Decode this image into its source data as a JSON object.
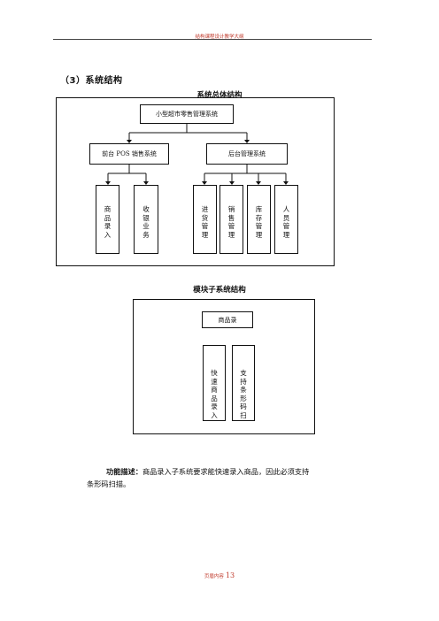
{
  "header": {
    "text": "结构课程设计教学大纲"
  },
  "section": {
    "heading": "（3）系统结构"
  },
  "overall": {
    "caption": "系统总体结构",
    "root": "小型超市零售管理系统",
    "front": "前台 POS 销售系统",
    "back": "后台管理系统",
    "front_children": [
      "商品录入",
      "收银业务"
    ],
    "back_children": [
      "进货管理",
      "销售管理",
      "库存管理",
      "人员管理"
    ]
  },
  "module": {
    "caption": "模块子系统结构",
    "root": "商品录",
    "children": [
      "快速商品录入",
      "支持条形码扫"
    ]
  },
  "description": {
    "lead": "功能描述：",
    "line1": "商品录入子系统要求能快速录入商品，因此必须支持",
    "line2": "条形码扫描。"
  },
  "footer": {
    "prefix": "页眉内容",
    "page": "13"
  }
}
